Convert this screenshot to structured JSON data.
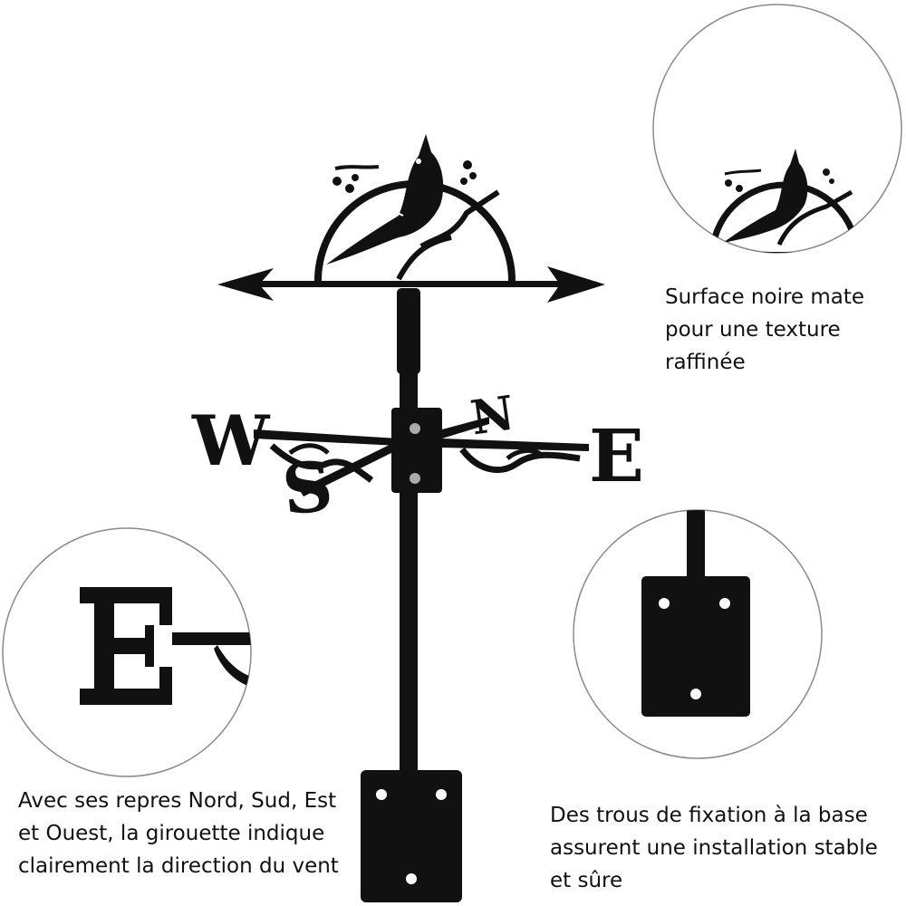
{
  "product": {
    "direction_letters": {
      "north": "N",
      "south": "S",
      "east": "E",
      "west": "W"
    }
  },
  "colors": {
    "metal": "#111111",
    "circle_outline": "#8a8a8a",
    "background": "#ffffff"
  },
  "callouts": {
    "top_right": {
      "lines": [
        "Surface noire mate",
        "pour une texture",
        "raffinée"
      ]
    },
    "bottom_left": {
      "lines": [
        "Avec ses repres Nord, Sud, Est",
        "et Ouest, la girouette indique",
        "clairement la direction du vent"
      ]
    },
    "bottom_right": {
      "lines": [
        "Des trous de fixation à la base",
        "assurent une installation stable",
        "et sûre"
      ]
    }
  }
}
